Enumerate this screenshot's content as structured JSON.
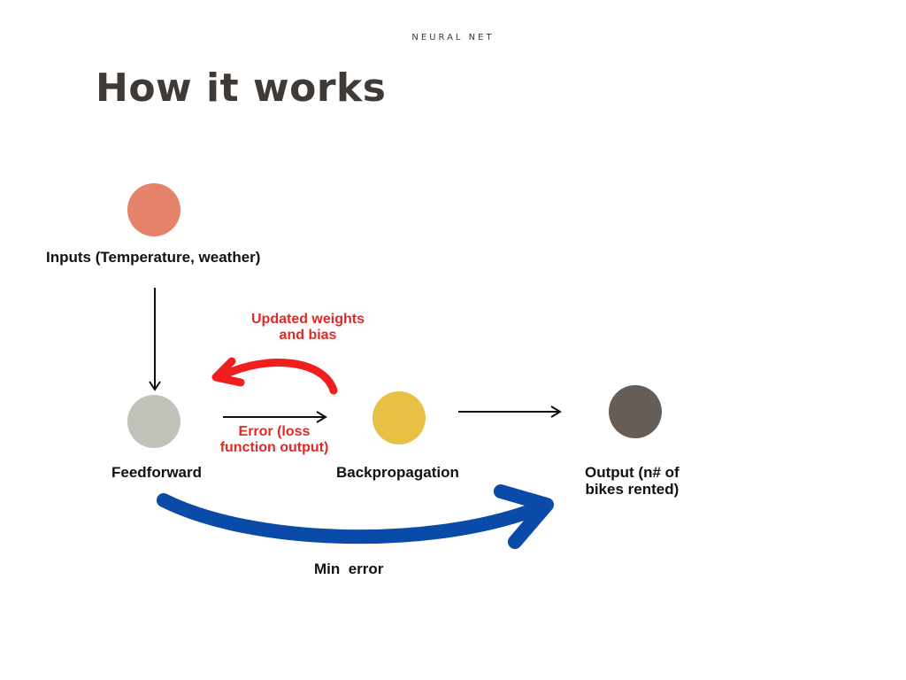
{
  "header": {
    "kicker": "NEURAL NET"
  },
  "slide": {
    "title": "How it works"
  },
  "nodes": {
    "inputs": {
      "label": "Inputs (Temperature, weather)",
      "color": "#e4826a"
    },
    "feedforward": {
      "label": "Feedforward",
      "color": "#c1c3bb"
    },
    "backprop": {
      "label": "Backpropagation",
      "color": "#e9c046"
    },
    "output": {
      "label_line1": "Output (n# of",
      "label_line2": "bikes rented)",
      "color": "#665e56"
    }
  },
  "annotations": {
    "updated_line1": "Updated weights",
    "updated_line2": "and bias",
    "error_line1": "Error (loss",
    "error_line2": "function output)",
    "min_error": "Min  error"
  },
  "colors": {
    "red_arrow": "#f11e1e",
    "blue_arrow": "#0a4aa8",
    "text_red": "#e12a26"
  }
}
